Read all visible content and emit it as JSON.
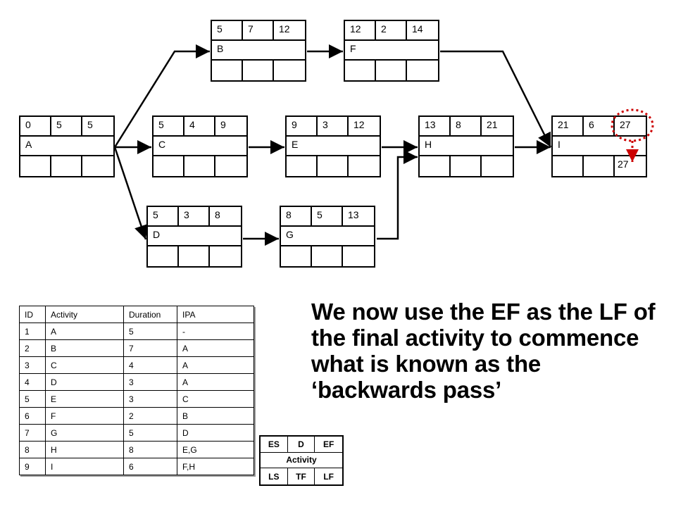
{
  "nodes": {
    "A": {
      "es": "0",
      "d": "5",
      "ef": "5",
      "name": "A",
      "ls": "",
      "tf": "",
      "lf": ""
    },
    "B": {
      "es": "5",
      "d": "7",
      "ef": "12",
      "name": "B",
      "ls": "",
      "tf": "",
      "lf": ""
    },
    "C": {
      "es": "5",
      "d": "4",
      "ef": "9",
      "name": "C",
      "ls": "",
      "tf": "",
      "lf": ""
    },
    "D": {
      "es": "5",
      "d": "3",
      "ef": "8",
      "name": "D",
      "ls": "",
      "tf": "",
      "lf": ""
    },
    "E": {
      "es": "9",
      "d": "3",
      "ef": "12",
      "name": "E",
      "ls": "",
      "tf": "",
      "lf": ""
    },
    "F": {
      "es": "12",
      "d": "2",
      "ef": "14",
      "name": "F",
      "ls": "",
      "tf": "",
      "lf": ""
    },
    "G": {
      "es": "8",
      "d": "5",
      "ef": "13",
      "name": "G",
      "ls": "",
      "tf": "",
      "lf": ""
    },
    "H": {
      "es": "13",
      "d": "8",
      "ef": "21",
      "name": "H",
      "ls": "",
      "tf": "",
      "lf": ""
    },
    "I": {
      "es": "21",
      "d": "6",
      "ef": "27",
      "name": "I",
      "ls": "",
      "tf": "",
      "lf": "27"
    }
  },
  "table": {
    "headers": [
      "ID",
      "Activity",
      "Duration",
      "IPA"
    ],
    "rows": [
      [
        "1",
        "A",
        "5",
        "-"
      ],
      [
        "2",
        "B",
        "7",
        "A"
      ],
      [
        "3",
        "C",
        "4",
        "A"
      ],
      [
        "4",
        "D",
        "3",
        "A"
      ],
      [
        "5",
        "E",
        "3",
        "C"
      ],
      [
        "6",
        "F",
        "2",
        "B"
      ],
      [
        "7",
        "G",
        "5",
        "D"
      ],
      [
        "8",
        "H",
        "8",
        "E,G"
      ],
      [
        "9",
        "I",
        "6",
        "F,H"
      ]
    ]
  },
  "note": "We now use the EF as the LF of the final activity to commence what is known as the ‘backwards pass’",
  "legend": {
    "es": "ES",
    "d": "D",
    "ef": "EF",
    "activity": "Activity",
    "ls": "LS",
    "tf": "TF",
    "lf": "LF"
  },
  "colors": {
    "highlight": "#cc0000",
    "line": "#000000"
  }
}
